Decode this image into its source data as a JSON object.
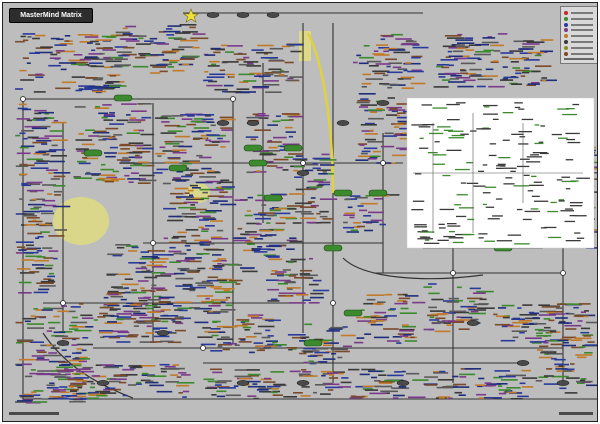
{
  "title": "MasterMind Matrix",
  "colors": {
    "background": "#bdbdbd",
    "title_box": "#2d2d2d",
    "green": "#3c8a2e",
    "brown": "#7a4a2a",
    "blue": "#2a3a9a",
    "purple": "#7a3a8a",
    "orange": "#c07a2a",
    "yellow_highlight": "#e6e07a",
    "line": "#333333"
  },
  "legend": {
    "items": [
      {
        "color": "#c02a2a",
        "icon": "red-node"
      },
      {
        "color": "#3c8a2e",
        "icon": "green-node"
      },
      {
        "color": "#2a3a9a",
        "icon": "blue-node"
      },
      {
        "color": "#7a3a8a",
        "icon": "purple-node"
      },
      {
        "color": "#c07a2a",
        "icon": "orange-node"
      },
      {
        "color": "#3a3a3a",
        "icon": "dark-node"
      },
      {
        "color": "#8a8a2a",
        "icon": "olive-node"
      },
      {
        "color": "#7a4a2a",
        "icon": "brown-node"
      }
    ]
  }
}
